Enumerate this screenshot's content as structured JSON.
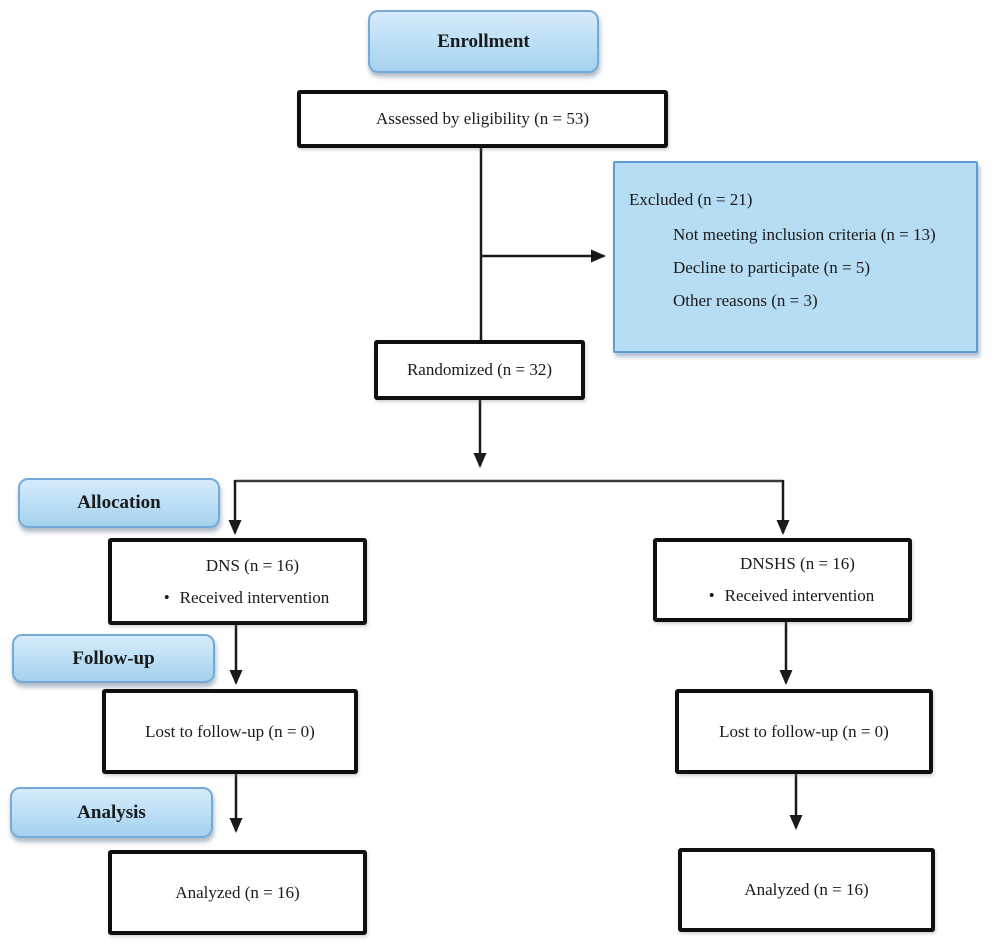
{
  "colors": {
    "stage_fill_top": "#d6ebfb",
    "stage_fill_bottom": "#a5d1ee",
    "stage_border": "#74a9d8",
    "excluded_fill": "#b7ddf5",
    "excluded_border": "#5d9bd0",
    "node_border": "#0f0f0f",
    "connector": "#1a1a1a"
  },
  "stages": {
    "enrollment": "Enrollment",
    "allocation": "Allocation",
    "followup": "Follow-up",
    "analysis": "Analysis"
  },
  "nodes": {
    "assessed": {
      "label": "Assessed by eligibility (n = 53)"
    },
    "excluded": {
      "title": "Excluded (n = 21)",
      "reasons": [
        "Not meeting inclusion criteria (n = 13)",
        "Decline to participate (n = 5)",
        "Other reasons (n = 3)"
      ]
    },
    "randomized": {
      "label": "Randomized (n = 32)"
    },
    "group_left": {
      "title": "DNS (n = 16)",
      "bullet": "Received intervention"
    },
    "group_right": {
      "title": "DNSHS (n = 16)",
      "bullet": "Received intervention"
    },
    "followup_left": {
      "label": "Lost to follow-up (n = 0)"
    },
    "followup_right": {
      "label": "Lost to follow-up (n = 0)"
    },
    "analysis_left": {
      "label": "Analyzed (n = 16)"
    },
    "analysis_right": {
      "label": "Analyzed (n = 16)"
    }
  }
}
